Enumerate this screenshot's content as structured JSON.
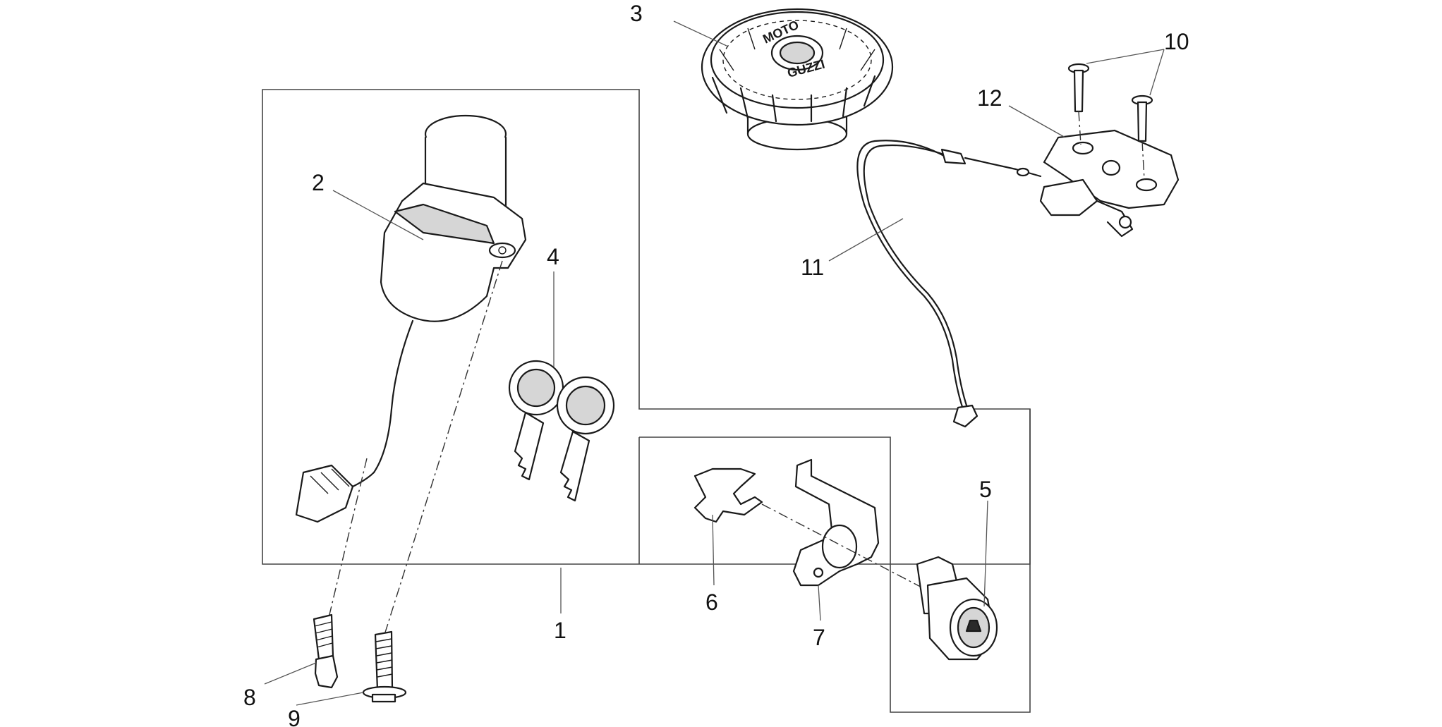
{
  "callouts": [
    {
      "id": "1",
      "label": "1"
    },
    {
      "id": "2",
      "label": "2"
    },
    {
      "id": "3",
      "label": "3"
    },
    {
      "id": "4",
      "label": "4"
    },
    {
      "id": "5",
      "label": "5"
    },
    {
      "id": "6",
      "label": "6"
    },
    {
      "id": "7",
      "label": "7"
    },
    {
      "id": "8",
      "label": "8"
    },
    {
      "id": "9",
      "label": "9"
    },
    {
      "id": "10",
      "label": "10"
    },
    {
      "id": "11",
      "label": "11"
    },
    {
      "id": "12",
      "label": "12"
    }
  ],
  "fuel_cap_text": {
    "top": "MOTO",
    "bottom": "GUZZI"
  }
}
